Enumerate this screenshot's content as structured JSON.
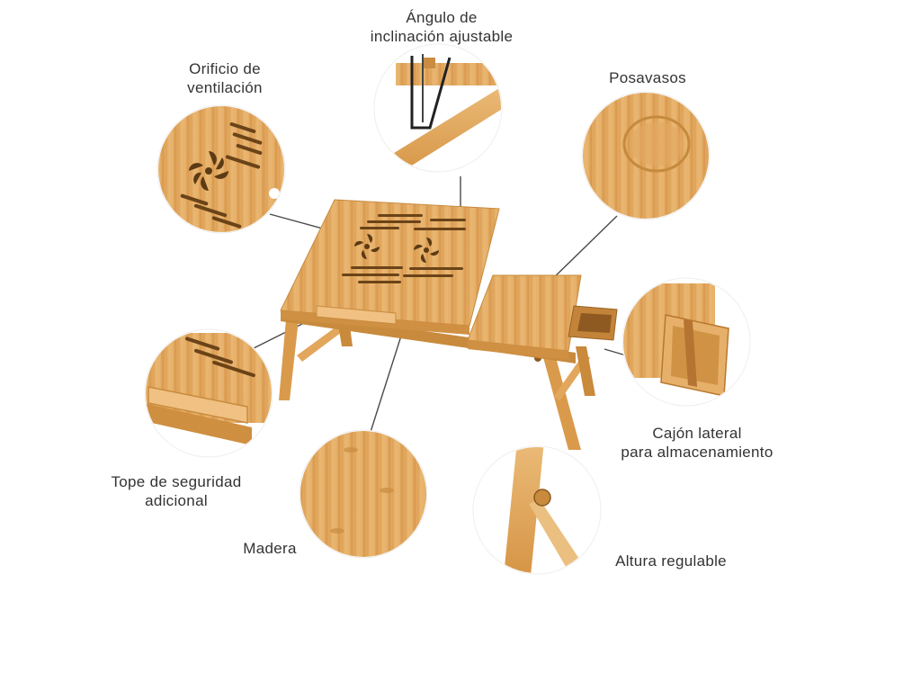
{
  "colors": {
    "bamboo_light": "#e8b26a",
    "bamboo_mid": "#d99a4c",
    "bamboo_dark": "#b87a30",
    "slot": "#6b4318",
    "label_text": "#333333",
    "leader_line": "#4a4a4a"
  },
  "callouts": {
    "angle": {
      "line1": "Ángulo de",
      "line2": "inclinación ajustable"
    },
    "vent": {
      "line1": "Orificio de",
      "line2": "ventilación"
    },
    "coaster": {
      "line1": "Posavasos"
    },
    "stopper": {
      "line1": "Tope de seguridad",
      "line2": "adicional"
    },
    "wood": {
      "line1": "Madera"
    },
    "drawer": {
      "line1": "Cajón lateral",
      "line2": "para almacenamiento"
    },
    "height": {
      "line1": "Altura regulable"
    }
  }
}
